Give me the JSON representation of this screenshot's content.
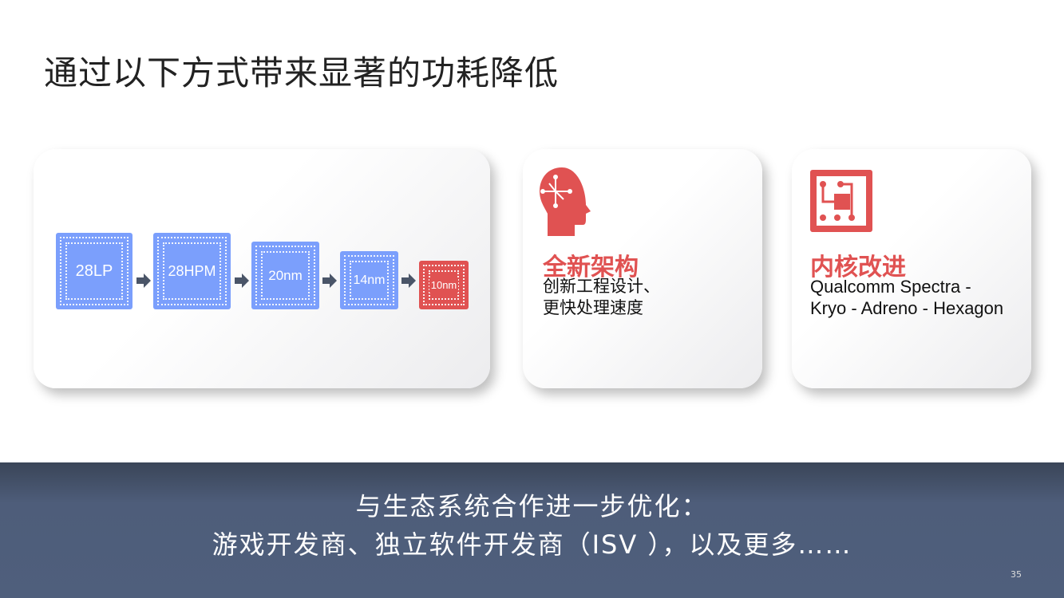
{
  "title": "通过以下方式带来显著的功耗降低",
  "process_nodes": [
    "28LP",
    "28HPM",
    "20nm",
    "14nm",
    "10nm"
  ],
  "cards": [
    {
      "heading": "全新架构",
      "lines": [
        "创新工程设计、",
        "更快处理速度"
      ],
      "icon": "head-brain-icon"
    },
    {
      "heading": "内核改进",
      "lines": [
        "Qualcomm Spectra -",
        "Kryo - Adreno - Hexagon"
      ],
      "icon": "chip-circuit-icon"
    }
  ],
  "banner": {
    "line1": "与生态系统合作进一步优化：",
    "line2": "游戏开发商、独立软件开发商（ISV ），以及更多……"
  },
  "page_number": "35",
  "colors": {
    "accent": "#e05252",
    "chip": "#7b9ffc",
    "band": "#4f5f7c"
  }
}
